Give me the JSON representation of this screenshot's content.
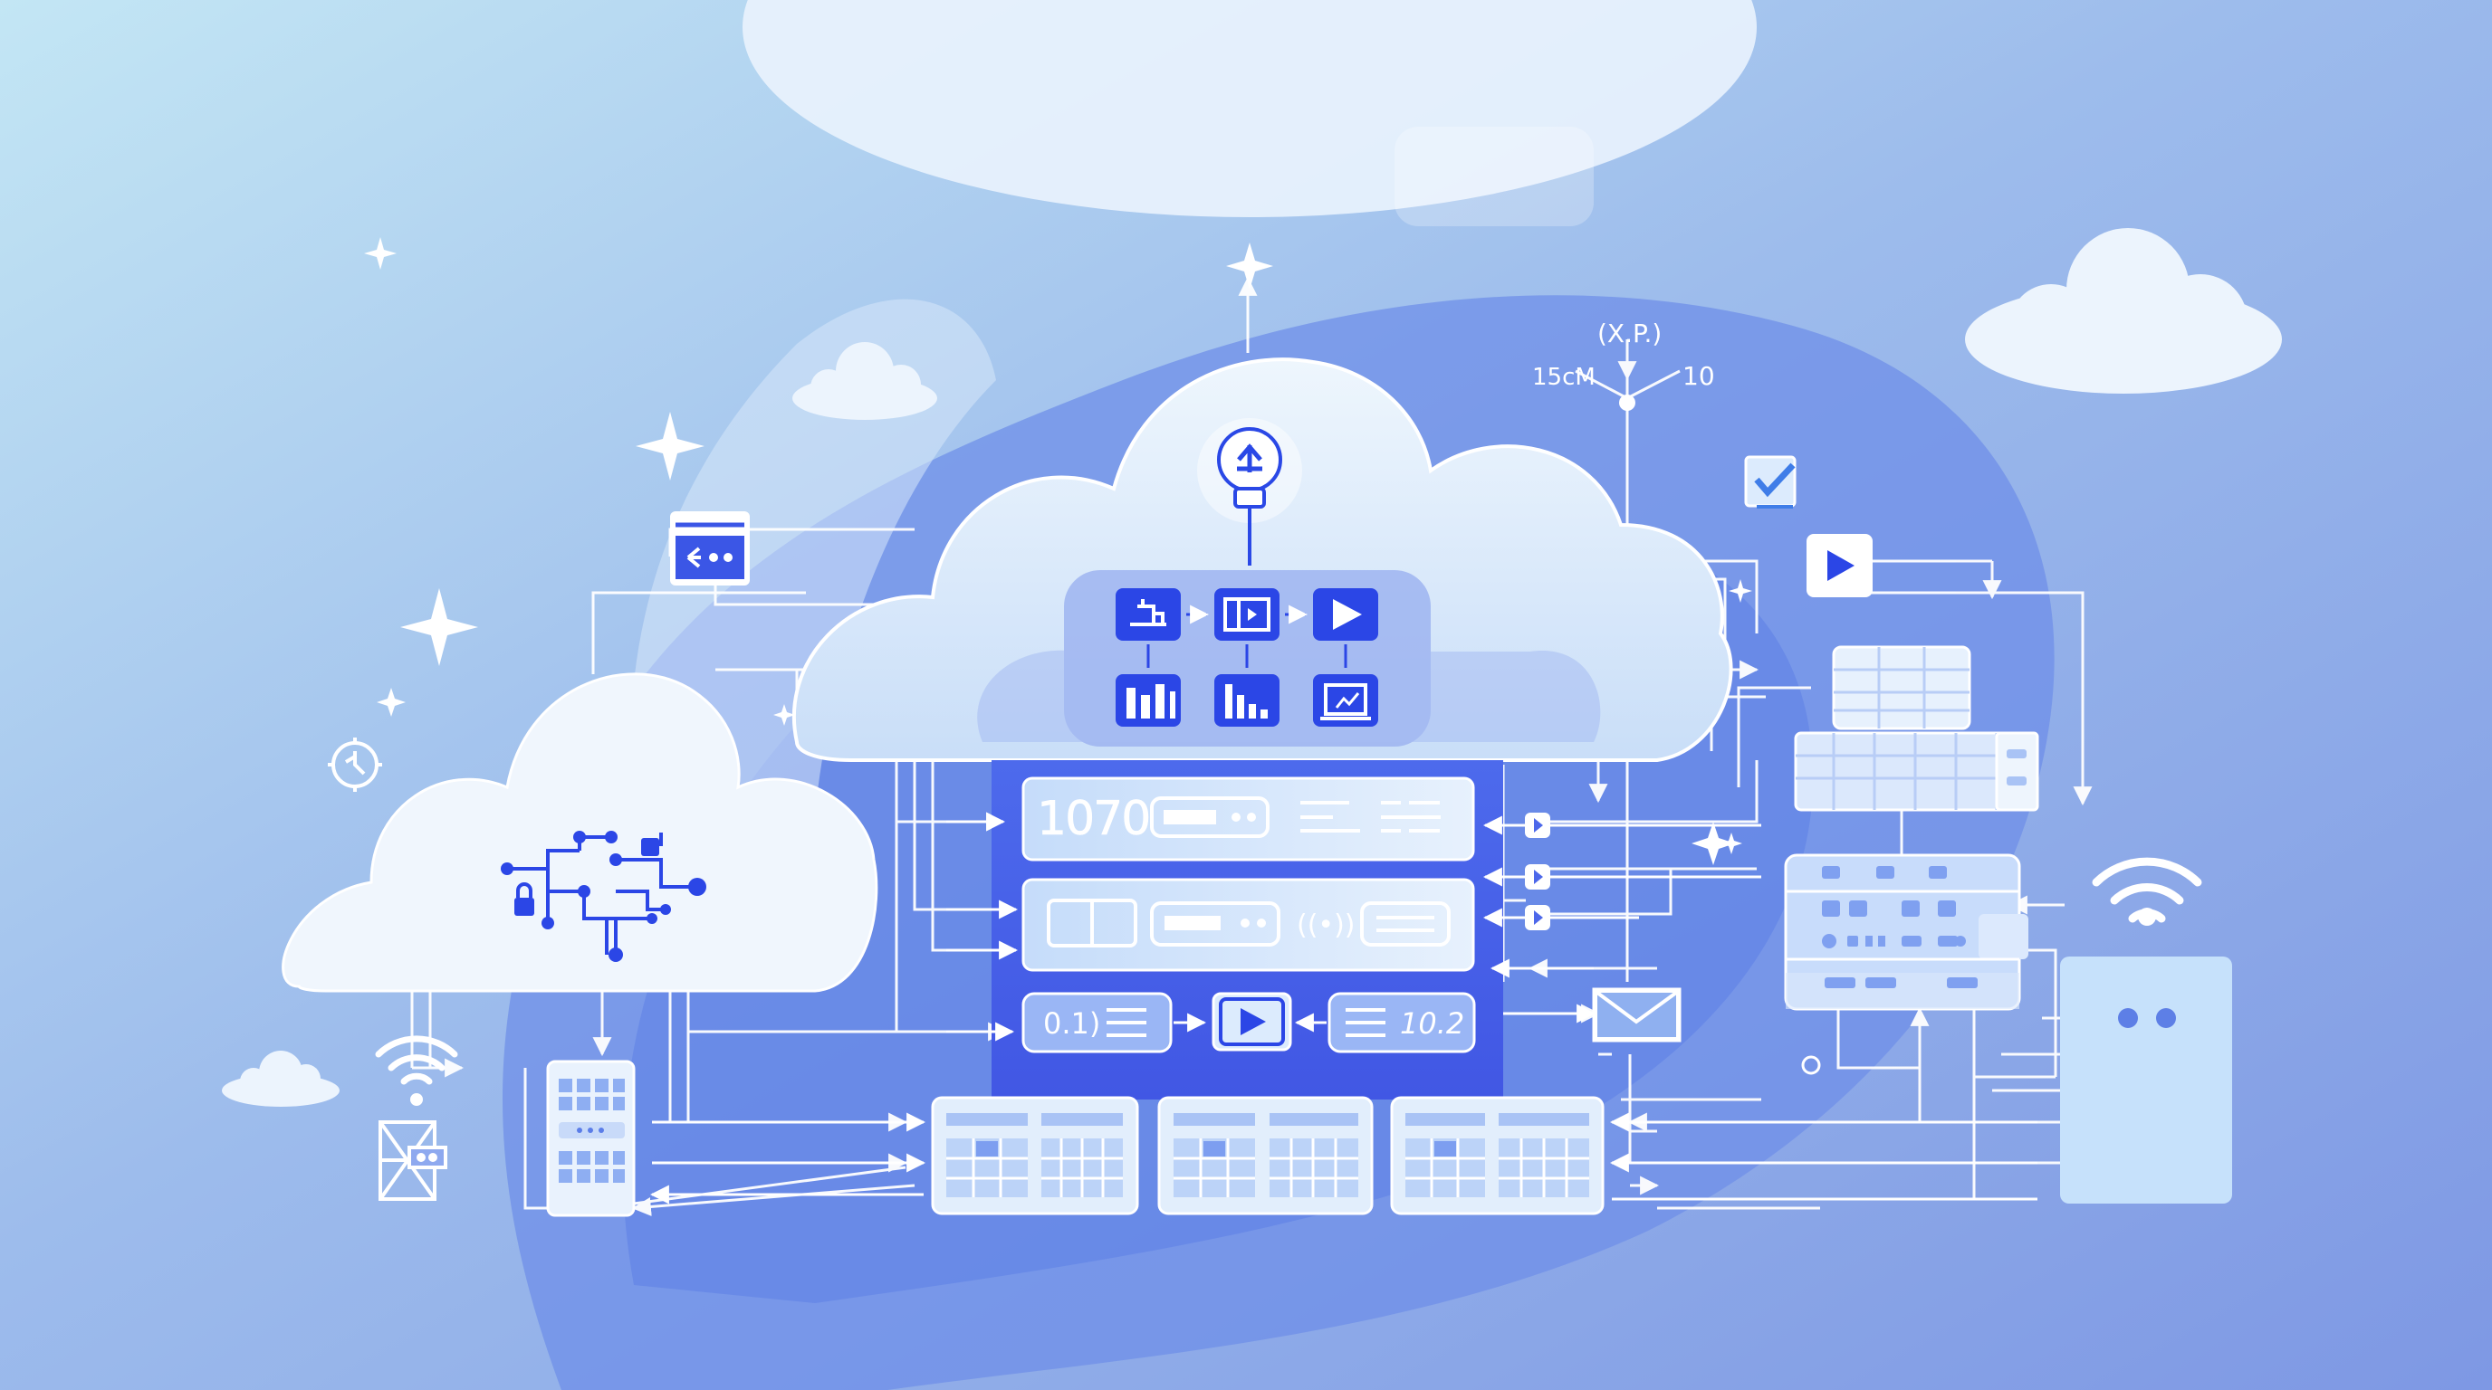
{
  "colors": {
    "bg_top": "#bfe3f3",
    "bg_mid": "#8fb2ec",
    "bg_bottom": "#7c97e4",
    "blob": "#5f84e6",
    "panel": "#4b63e9",
    "cloud": "#dcecfb",
    "icon_blue": "#2946e6",
    "line": "#ffffff"
  },
  "server": {
    "row1_value": "1070",
    "row3_left_value": "0.1)",
    "row3_right_value": "10.2",
    "signal_glyph": "((•))"
  },
  "network_node": {
    "top_label": "(X.P.)",
    "left_label": "15cM",
    "right_label": "10"
  },
  "icons": [
    "lightbulb-icon",
    "cloud-network-icon",
    "window-icon",
    "play-icon",
    "bar-chart-icon",
    "column-chart-icon",
    "laptop-chart-icon",
    "inbox-icon",
    "checklist-icon",
    "mail-icon",
    "wifi-icon",
    "lock-icon",
    "timer-icon",
    "sparkle-icon"
  ]
}
